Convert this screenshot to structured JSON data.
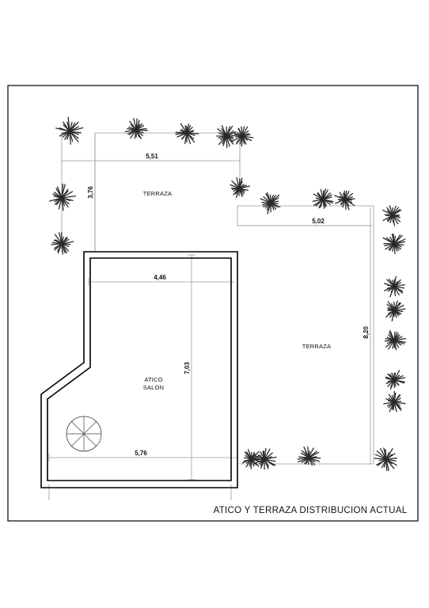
{
  "plan": {
    "title": "ATICO Y TERRAZA DISTRIBUCION ACTUAL",
    "rooms": {
      "terraza_upper": "TERRAZA",
      "terraza_right": "TERRAZA",
      "atico_line1": "ATICO",
      "atico_line2": "SALON"
    },
    "dimensions": {
      "top_width": "5,51",
      "left_height": "3,76",
      "right_width": "5,02",
      "inner_width": "4,46",
      "interior_height": "7,03",
      "right_height": "8,20",
      "bottom_width": "5,76"
    }
  }
}
